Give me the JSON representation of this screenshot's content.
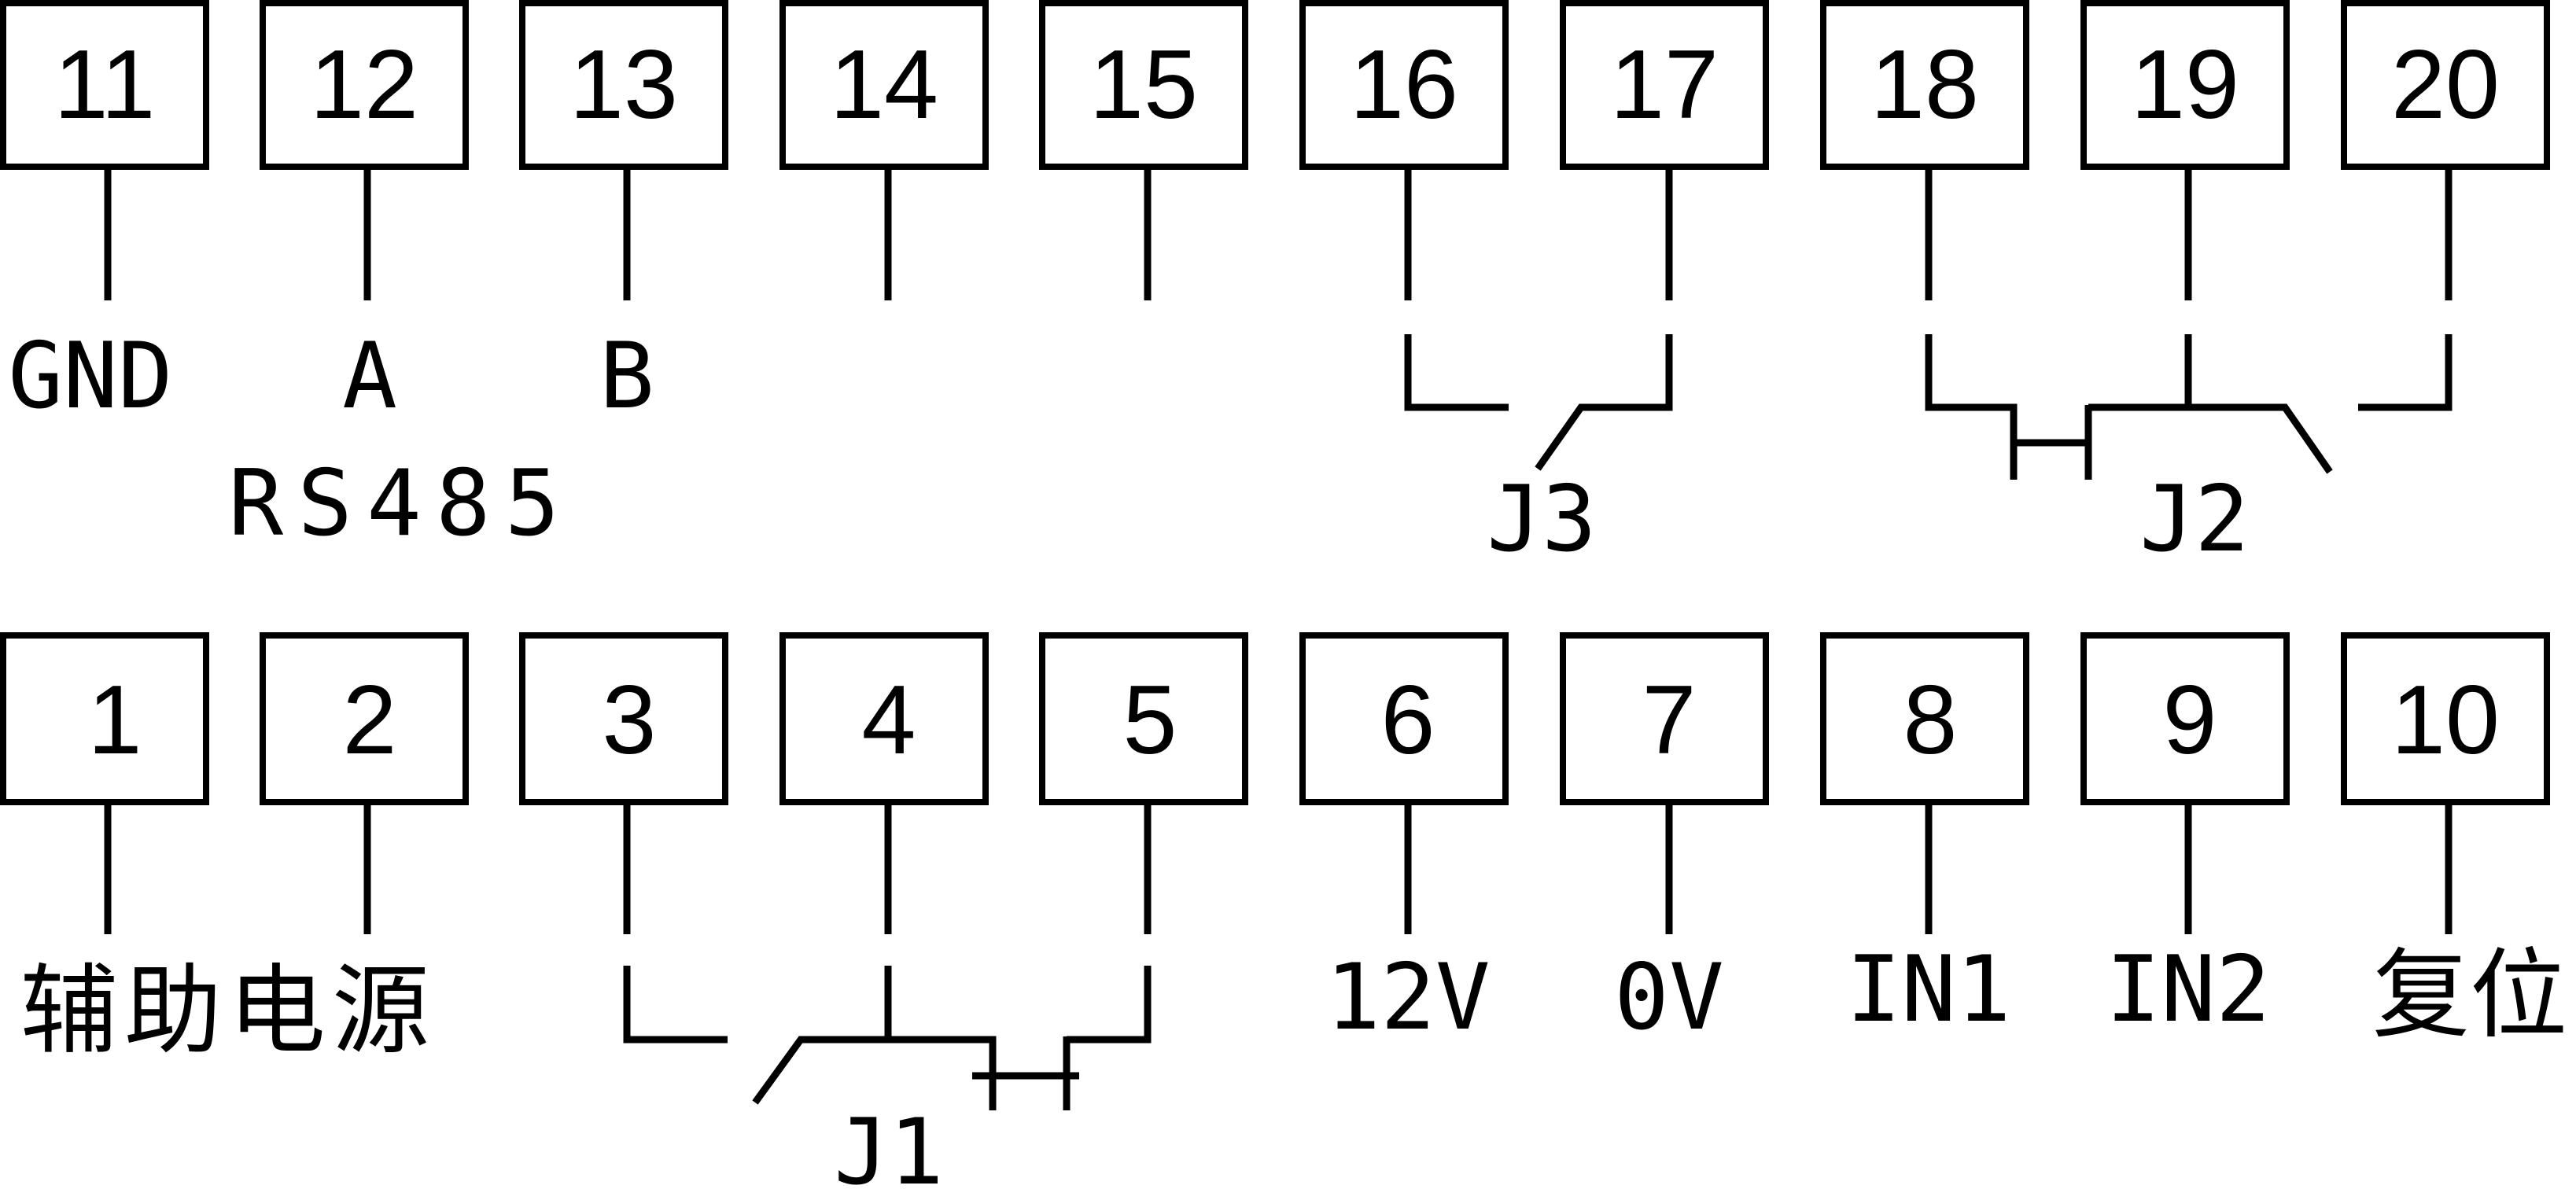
{
  "terminals_top": [
    "11",
    "12",
    "13",
    "14",
    "15",
    "16",
    "17",
    "18",
    "19",
    "20"
  ],
  "terminals_bottom": [
    "1",
    "2",
    "3",
    "4",
    "5",
    "6",
    "7",
    "8",
    "9",
    "10"
  ],
  "labels": {
    "gnd": "GND",
    "a": "A",
    "b": "B",
    "rs485": "RS485",
    "j3": "J3",
    "j2": "J2",
    "aux_power": "辅助电源",
    "v12": "12V",
    "v0": "0V",
    "in1": "IN1",
    "in2": "IN2",
    "reset": "复位",
    "j1": "J1"
  }
}
